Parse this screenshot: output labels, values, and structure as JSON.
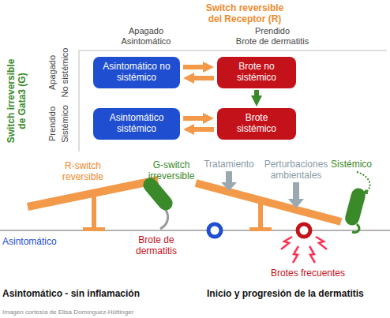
{
  "diagram": {
    "nodes": [
      {
        "text": [
          "Asintomático no sistémico"
        ]
      },
      {
        "text": [
          "Brote no sistémico"
        ]
      },
      {
        "text": [
          "Asintomático sistémico"
        ]
      },
      {
        "text": [
          "Brote sistémico"
        ]
      }
    ],
    "edges": [
      {
        "from": 0,
        "to": 1,
        "arrow": "to"
      },
      {
        "from": 1,
        "to": 0,
        "arrow": "to"
      },
      {
        "from": 2,
        "to": 3,
        "arrow": "to"
      },
      {
        "from": 3,
        "to": 2,
        "arrow": "to"
      },
      {
        "from": 1,
        "to": 3,
        "arrow": "to"
      }
    ],
    "labels": [
      "Switch reversible del Receptor (R)",
      "Apagado",
      "Asintomático",
      "Prendido",
      "Brote de dermatitis",
      "Switch irreversible de Gata3 (G)",
      "Apagado",
      "No sistémico",
      "Prendido",
      "Sistémico",
      "R-switch reversible",
      "G-switch irreversible",
      "Asintomático",
      "Brote de dermatitis",
      "Tratamiento",
      "Perturbaciones ambientales",
      "Sistémico",
      "Brotes frecuentes",
      "Asintomático - sin inflamación",
      "Inicio y progresión de la dermatitis",
      "Imagen cortesía de Elisa Domínguez-Hüttinger"
    ]
  }
}
